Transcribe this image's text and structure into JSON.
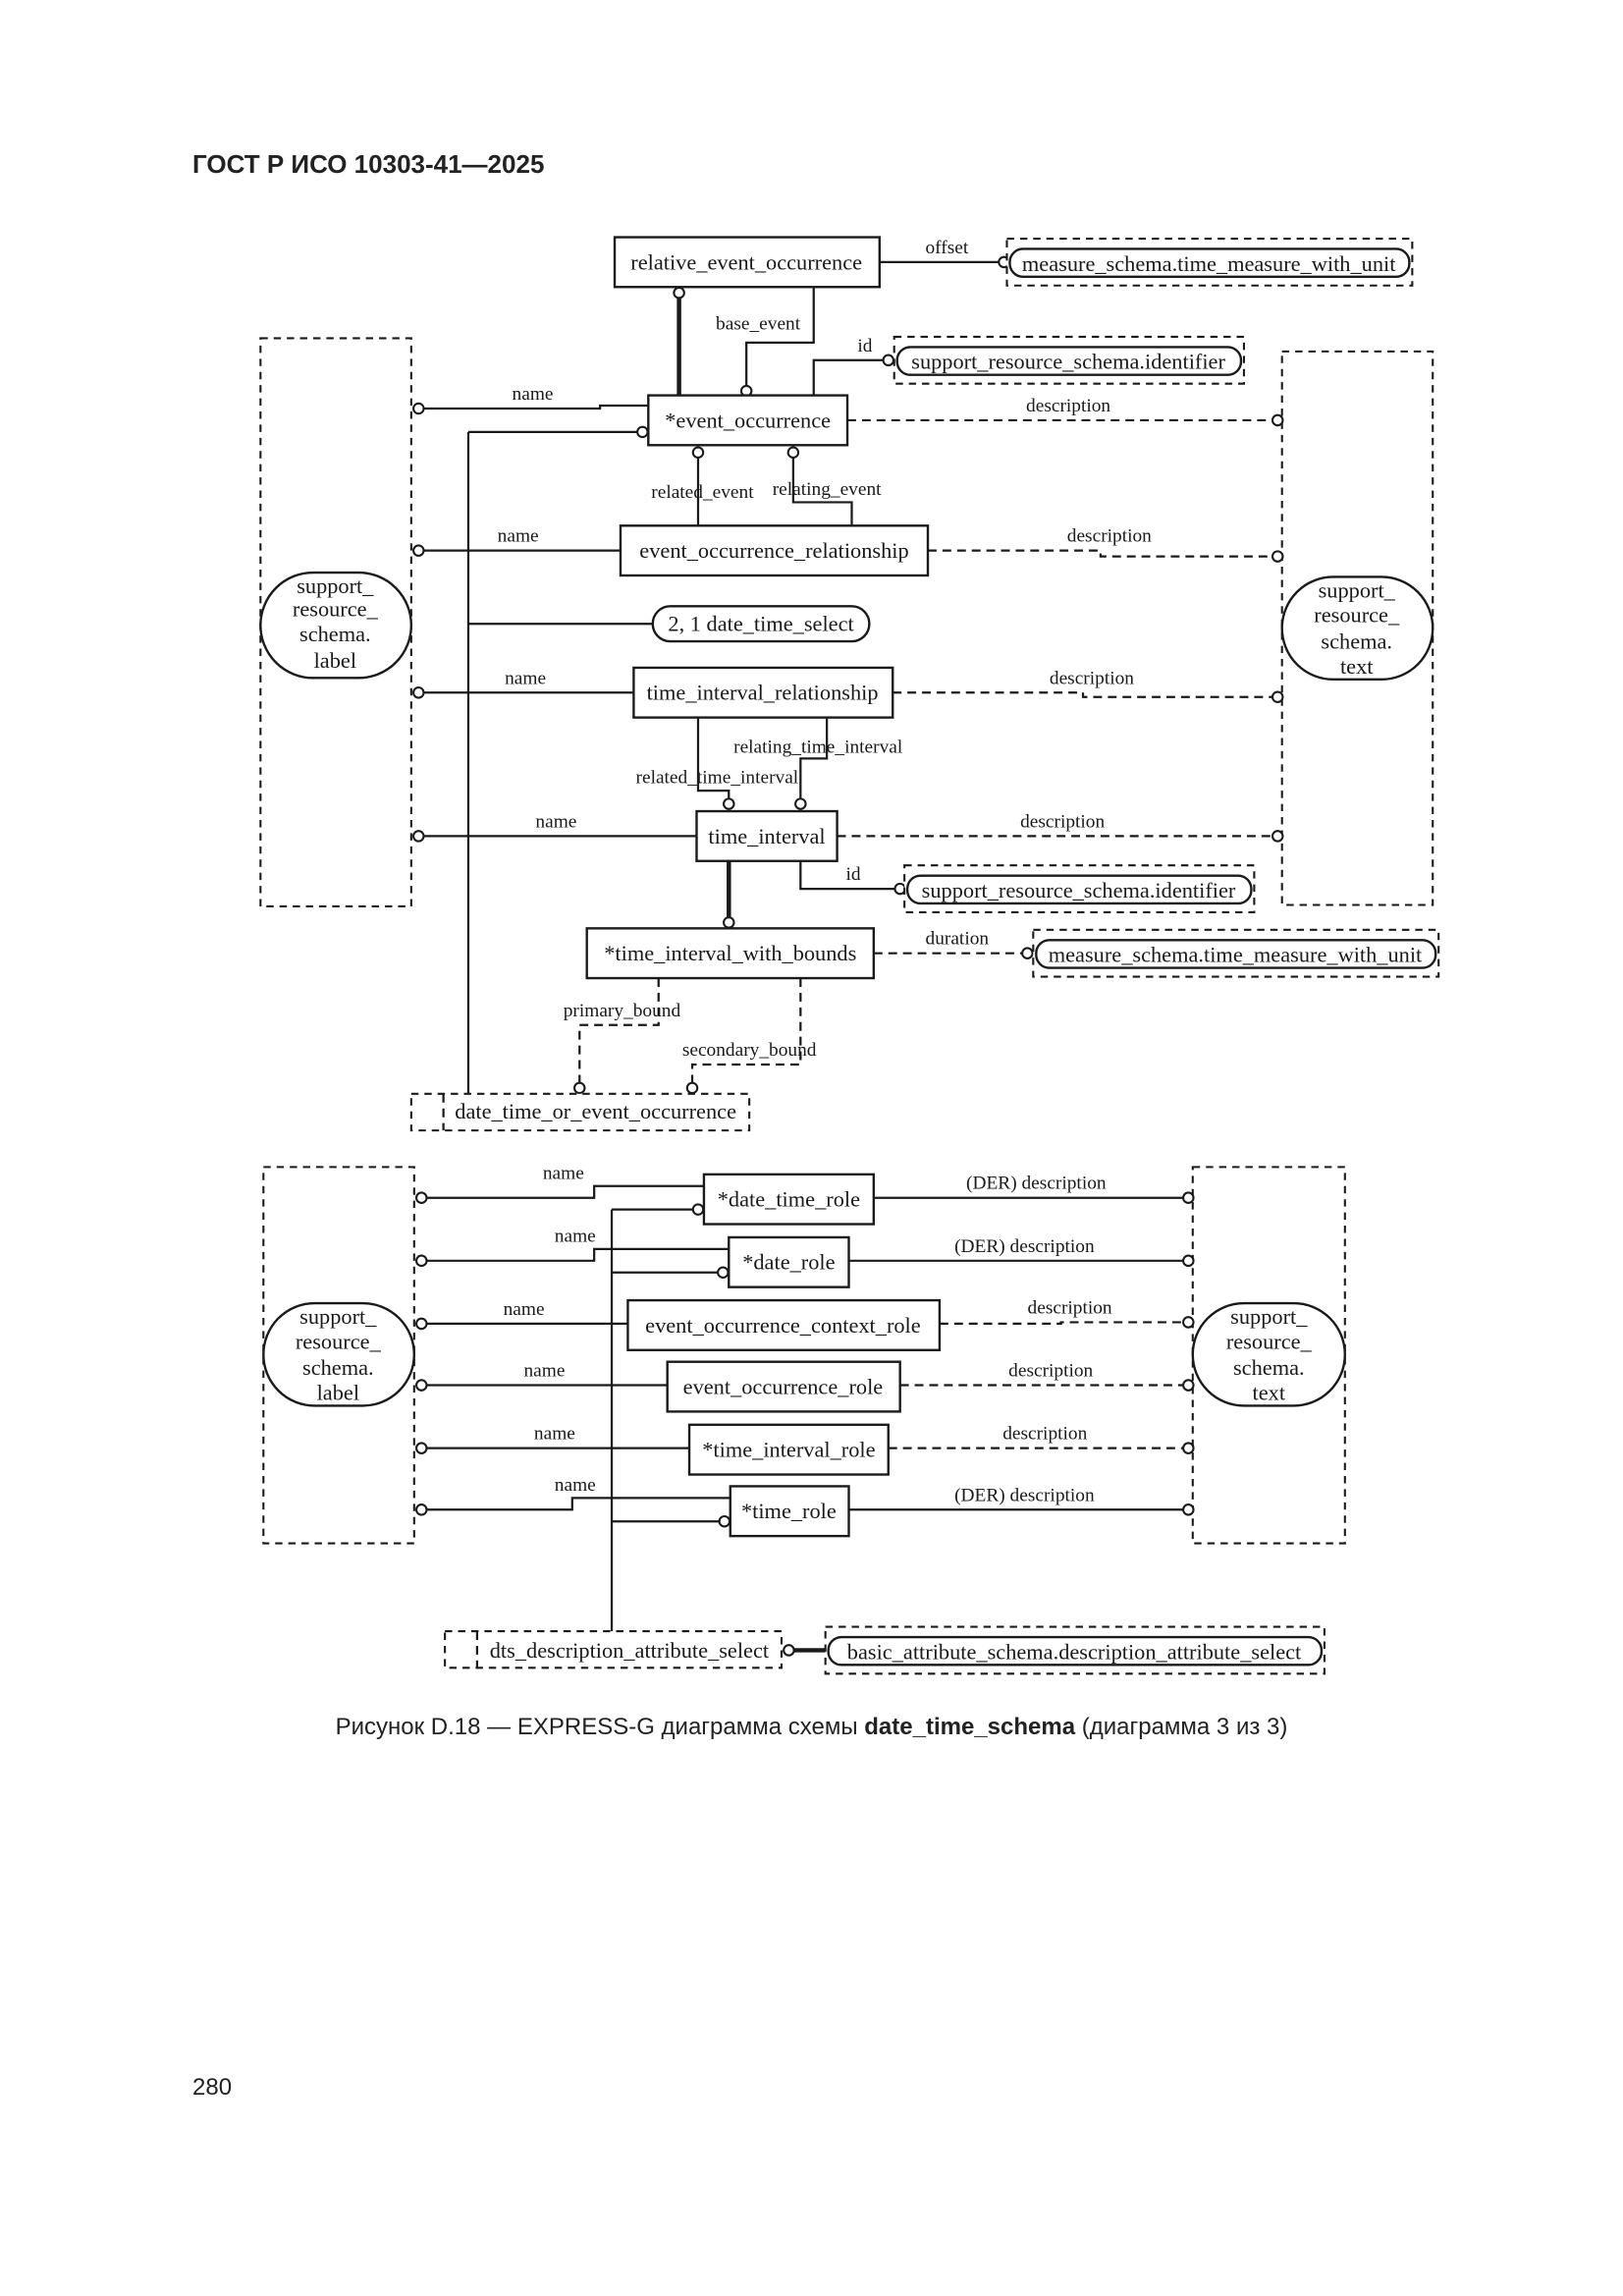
{
  "header": {
    "doc_id": "ГОСТ Р ИСО 10303-41—2025"
  },
  "figure": {
    "caption_prefix": "Рисунок D.18 — EXPRESS-G диаграмма схемы ",
    "caption_schema": "date_time_schema",
    "caption_suffix": " (диаграмма 3 из 3)"
  },
  "page": {
    "number": "280"
  },
  "diagram": {
    "entities": {
      "relative_event_occurrence": "relative_event_occurrence",
      "event_occurrence": "*event_occurrence",
      "event_occurrence_relationship": "event_occurrence_relationship",
      "time_interval_relationship": "time_interval_relationship",
      "time_interval": "time_interval",
      "time_interval_with_bounds": "*time_interval_with_bounds",
      "date_time_role": "*date_time_role",
      "date_role": "*date_role",
      "event_occurrence_context_role": "event_occurrence_context_role",
      "event_occurrence_role": "event_occurrence_role",
      "time_interval_role": "*time_interval_role",
      "time_role": "*time_role"
    },
    "selects": {
      "date_time_or_event_occurrence": "date_time_or_event_occurrence",
      "dts_description_attribute_select": "dts_description_attribute_select"
    },
    "refs": {
      "time_measure_1": "measure_schema.time_measure_with_unit",
      "identifier_1": "support_resource_schema.identifier",
      "identifier_2": "support_resource_schema.identifier",
      "time_measure_2": "measure_schema.time_measure_with_unit",
      "basic_attr": "basic_attribute_schema.description_attribute_select",
      "page_ref": "2, 1 date_time_select",
      "label_lines": [
        "support_",
        "resource_",
        "schema.",
        "label"
      ],
      "text_lines": [
        "support_",
        "resource_",
        "schema.",
        "text"
      ]
    },
    "attributes": {
      "offset": "offset",
      "base_event": "base_event",
      "id": "id",
      "name": "name",
      "description": "description",
      "der_description": "(DER) description",
      "related_event": "related_event",
      "relating_event": "relating_event",
      "relating_time_interval": "relating_time_interval",
      "related_time_interval": "related_time_interval",
      "duration": "duration",
      "primary_bound": "primary_bound",
      "secondary_bound": "secondary_bound"
    }
  }
}
